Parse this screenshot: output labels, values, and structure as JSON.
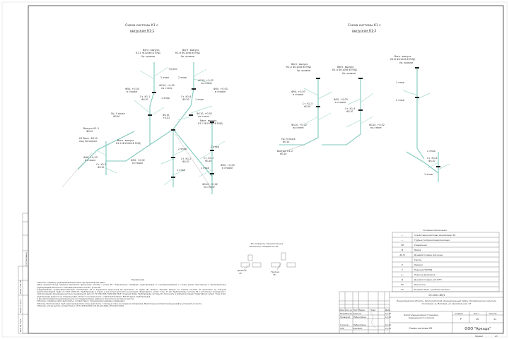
{
  "scheme1": {
    "title_line1": "Схема системы К1 с",
    "title_line2": "выпуском К1-1",
    "labels": {
      "vent1": "Вент. выпуск",
      "vent1b": "К1-1 Ф110х6.6 ПНД",
      "roof1": "Ур. кровли",
      "vent2": "Вент. выпуск",
      "vent2b": "К1-6 Ф110х6.6 ПНД",
      "roof2": "Ур. кровли",
      "vent3": "Вент. выпуск",
      "vent3b": "К1-2 Ф110х6.6 ПНД",
      "vent4": "Вент. выпуск",
      "vent4b": "К1-7 Ф110х6.6 ПНД",
      "elev1": "+0,020",
      "floor2a": "2 этаж",
      "floor2b": "2 этаж",
      "floor1a": "1 этаж",
      "floor1b": "1 этаж",
      "floor1c": "1 этаж",
      "floor1d": "1 этаж",
      "floor2c": "2 этаж",
      "floor2d": "2 этаж",
      "pipe1": "Ф50, +0,03",
      "pipe1b": "в стояке",
      "pipe2": "Ф110, +0,02",
      "pipe2b": "по стене",
      "pipe3": "Ф50, +0,03",
      "pipe3b": "в стояке",
      "pipe4": "Ф110, +0,02",
      "pipe4b": "по стене",
      "pipe5": "Ф50, +0,02",
      "pipe5b": "в стояке",
      "pipe6": "Ф110, +0,02",
      "pipe6b": "по стене",
      "pipe7": "Ф50, +0,03",
      "pipe7b": "в стояке",
      "pipe8": "Ф50, +0,03",
      "pipe8b": "в стояке",
      "pipe9": "Ф110, +0,02",
      "pipe9b": "по стене",
      "riser1": "Ст. К1-1",
      "riser1d": "Ф110",
      "riser2": "Ст. К1-6",
      "riser2d": "Ф110",
      "riser3": "Ст. К1-2",
      "riser3d": "Ф110",
      "riser4": "Ст. К1-7",
      "riser4d": "Ф110",
      "riser5": "Ст. К1-3",
      "riser5d": "Ф110",
      "floorlvl": "Пр. 5 ниже",
      "floorlvl2": "Ф110",
      "outlet": "Выпуск К1-1",
      "outletd": "Ф110",
      "main": "К1 Вент. Ф110",
      "mainb": "под потолком",
      "slope1": "Ф110",
      "slope1b": "+0,02"
    }
  },
  "scheme2": {
    "title_line1": "Схема системы К1 с",
    "title_line2": "выпуском К1-2",
    "labels": {
      "vent1": "Вент. выпуск",
      "vent1b": "К1-5 Ф110х6.6 ПНД",
      "roof1": "Ур. кровли",
      "vent2": "Вент. выпуск",
      "vent2b": "К1-4 Ф110х6.6 ПНД",
      "roof2": "Ур. кровли",
      "vent3": "Вент. выпуск",
      "vent3b": "К1-8 Ф110х6.6 ПНД",
      "roof3": "Ур. кровли",
      "pipe1": "Ф50, +0,03",
      "pipe1b": "в стояке",
      "pipe2": "Ф50, +0,03",
      "pipe2b": "в стояке",
      "pipe3": "Ф110, +0,02",
      "pipe3b": "по стене",
      "pipe4": "Ф110, +0,02",
      "pipe4b": "по стене",
      "riser1": "Ст. К1-5",
      "riser1d": "Ф110",
      "riser2": "Ст. К1-4",
      "riser2d": "Ф110",
      "riser3": "Ст. К1-8",
      "riser3d": "Ф110",
      "floor1": "1 этаж",
      "floor2": "2 этаж",
      "floor3": "2 этаж",
      "floor4": "1 этаж",
      "outlet": "Выпуск К1-2",
      "outletd": "Ф110",
      "floorlvl": "Пр. 5 ниже",
      "floorlvl2": "Ф110"
    }
  },
  "fittings_note": {
    "line1": "Все повороты горизонтальные",
    "line2": "выполнять отводами по 45°",
    "left_label1": "Двойной",
    "left_label2": "45°",
    "right_label1": "Тройник",
    "right_label2": "45°"
  },
  "notes": {
    "title": "Примечания",
    "items": [
      "1.Монтаж и приёмку трубопроводов выполнять при производстве работ.",
      "2.Все горизонтальные повороты выполнить фасонными частями с углом 45°. Подключение отводящих трубопроводов от санитарноприборов к стояку (кроме приставных) и вентиляционных трубопроводов выполнить с помощью фасонных частей с углом 90°.",
      "3.Трубопроводы хозяйственно-бытовой канализации К1 и внутренних водостоков К2 выполнить из трубы ПП \"Sinikon\" Standart. Выпуск из стояков системы К2 выполнить из стальной водогазопроводной трубы по ГОСТ 10704-91. Трубопроводы в стенах и под полом выполнить в изоляции \"Энергофлекс супер\" толщ. 13 мм. Трубопроводы системы К2 в нетопленых помещениях с теплоизоляцией прошивным матом из минеральной ваты по ТУ 5762-006-74182181-2014 толщиной 40мм. Трубопроводы системы К2 проложить в трубной изоляции \"Энергофлекс супер\" толщ. 9 мм, трубопроводы выпусков из помещения без тёплых полов выполнить с кабелем Hеатфлекс EVR 15 вдоль трубопроводов.",
      "4.   Для обслуживания канализационной сети предусмотрены ревизии и прочистки в доступных местах.",
      "5.Монтаж и приёмку работ выполнять в соответствии с техническими нормами и правилами.",
      "6.Проход пластмассовых труб через перекрытия и стены выполнить с помощью гильз из негорючих материалов. Межэтажные противопожарные муфты установить по месту.",
      "7.Монтаж систем вести в соответствии с СП 73.13330.2016, СП 40-102-2000, СП 40-107-2003."
    ]
  },
  "legend": {
    "title": "Условные обозначения",
    "items": [
      {
        "symbol": "—",
        "label": "Хозяйственно-бытовая канализация К1"
      },
      {
        "symbol": "—",
        "label": "Трубы в теплоизоляции/изоляция"
      },
      {
        "symbol": "УМ",
        "label": "Умывальник"
      },
      {
        "symbol": "М",
        "label": "Мойка"
      },
      {
        "symbol": "Ду.М",
        "label": "Душевой поддон для душа"
      },
      {
        "symbol": "",
        "label": "Унитаз"
      },
      {
        "symbol": "Р",
        "label": "Ревизия"
      },
      {
        "symbol": "V",
        "label": "Переход ПП/ПНД"
      },
      {
        "symbol": "►",
        "label": "Переход диаметров"
      },
      {
        "symbol": "Д",
        "label": "Душевой поддон для КЛН"
      },
      {
        "symbol": "ПР",
        "label": "Прочистка"
      },
      {
        "symbol": "2%",
        "label": "В цементации с уровнем наклона"
      }
    ]
  },
  "title_block": {
    "doc_code": "05.2021-ВК/1",
    "address": "Ленинградская область, Кингисеппский муниципальный район, Кузёмкинское сельское поселение, д. Валовая, ул. Центральная, 67",
    "object": "Капитальный ремонт приемно-медицинского корпуса",
    "sheet_title": "Схема системы К1",
    "company": "ООО \"Аркада\"",
    "stage_header": "Стадия",
    "sheet_header": "Лист",
    "sheets_header": "Листов",
    "stage": "Р",
    "sheet": "10",
    "sheets": "11",
    "col_headers": [
      "Изм.",
      "Кол.уч",
      "Лист",
      "№док.",
      "Подп.",
      "Дата"
    ],
    "signers": [
      {
        "role": "Разработал",
        "name": "Корнев",
        "date": "12.21"
      },
      {
        "role": "Проверил",
        "name": "Набиуллина",
        "date": "12.21"
      },
      {
        "role": "Н.контр.",
        "name": "Набиуллина",
        "date": "12.21"
      },
      {
        "role": "ГИП",
        "name": "Белевой",
        "date": "12.21"
      }
    ],
    "format_label": "Формат",
    "format": "А3"
  },
  "side_stamp": {
    "cells": [
      "Инв. № подл.",
      "Подп. и дата",
      "Взам. инв. №",
      "Согласовано"
    ]
  },
  "colors": {
    "pipe": "#7fc9bd",
    "frame": "#333333"
  }
}
